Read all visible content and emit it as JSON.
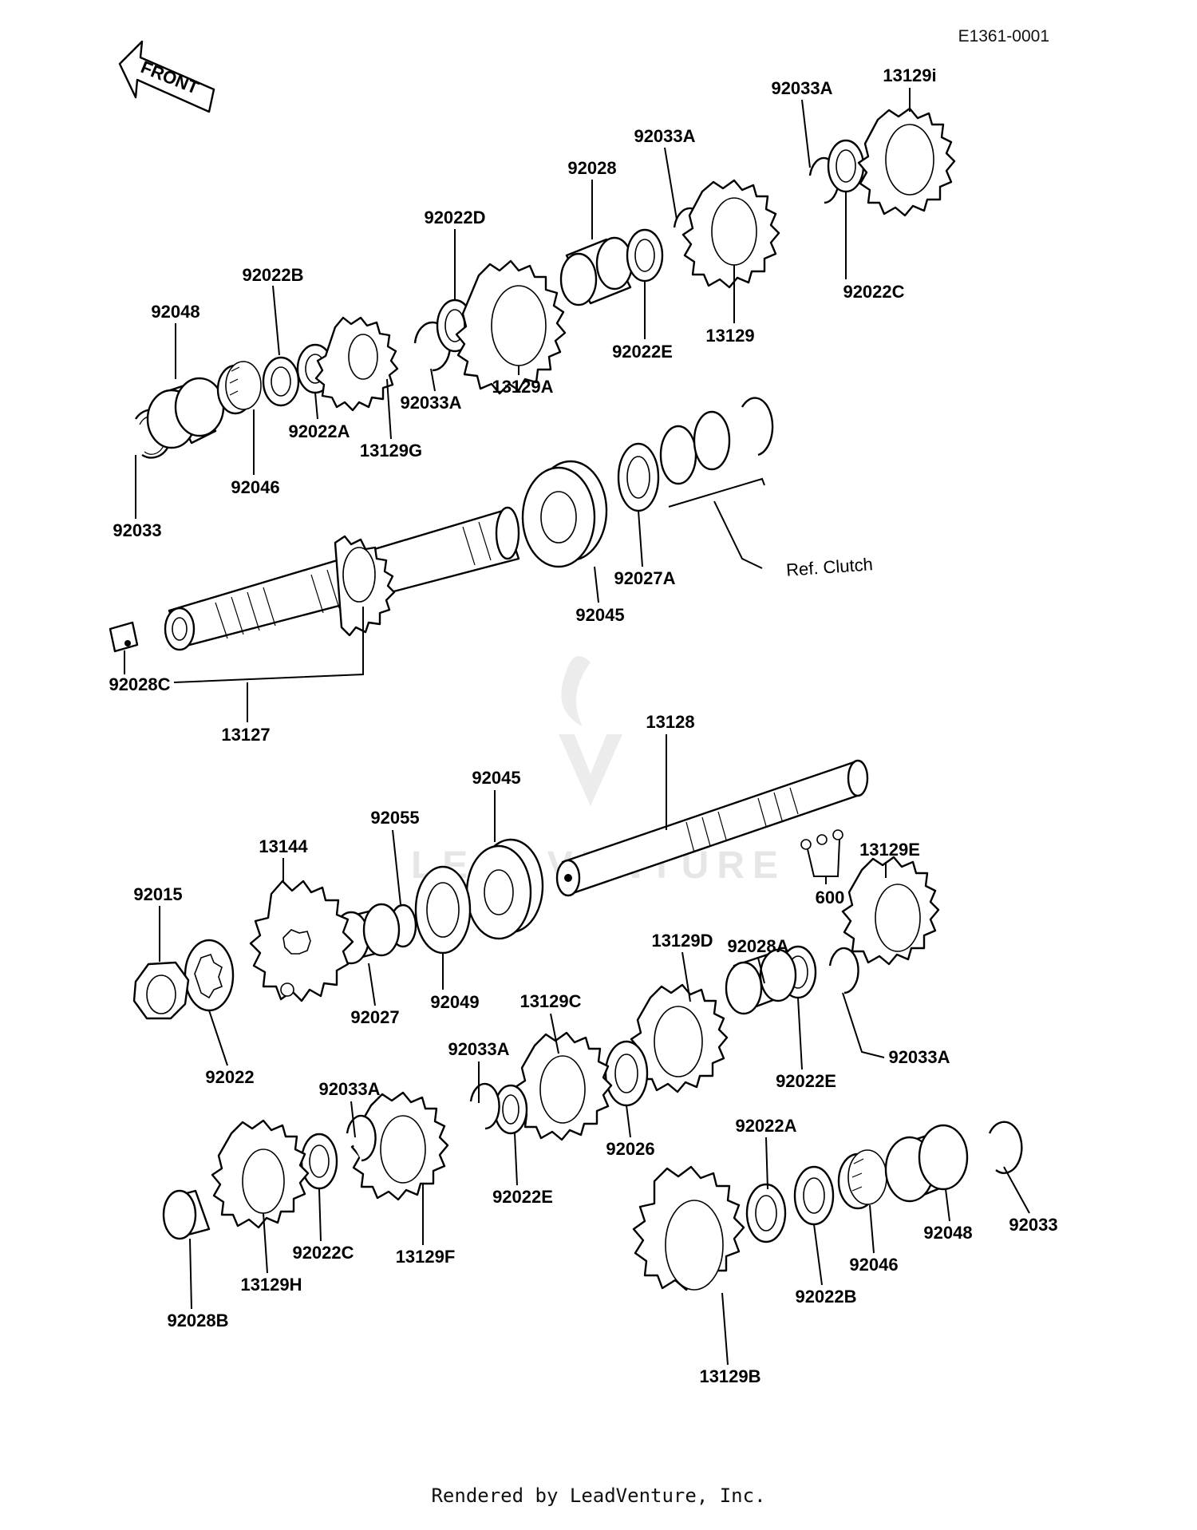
{
  "diagram_code": "E1361-0001",
  "front_label": "FRONT",
  "ref_note": "Ref. Clutch",
  "watermark": "LEADVENTURE",
  "footer": "Rendered by LeadVenture, Inc.",
  "labels": {
    "p13129i": "13129i",
    "p92033A_a": "92033A",
    "p92033A_b": "92033A",
    "p92028": "92028",
    "p92022D": "92022D",
    "p92022B_top": "92022B",
    "p92048_top": "92048",
    "p92022C_top": "92022C",
    "p13129": "13129",
    "p92022E_top": "92022E",
    "p13129A": "13129A",
    "p92033A_c": "92033A",
    "p92022A_top": "92022A",
    "p13129G": "13129G",
    "p92046_top": "92046",
    "p92033_top": "92033",
    "p92027A": "92027A",
    "p92045_top": "92045",
    "p92028C": "92028C",
    "p13127": "13127",
    "p13128": "13128",
    "p92045_mid": "92045",
    "p92055": "92055",
    "p13144": "13144",
    "p92015": "92015",
    "p600": "600",
    "p13129E": "13129E",
    "p13129D": "13129D",
    "p92028A": "92028A",
    "p92049": "92049",
    "p92027": "92027",
    "p92022": "92022",
    "p13129C": "13129C",
    "p92033A_d": "92033A",
    "p92022E_mid": "92022E",
    "p92033A_e": "92033A",
    "p92033A_f": "92033A",
    "p92026": "92026",
    "p92022A_bot": "92022A",
    "p92022C_bot": "92022C",
    "p13129F": "13129F",
    "p92022E_bot": "92022E",
    "p13129H": "13129H",
    "p92028B": "92028B",
    "p92046_bot": "92046",
    "p92048_bot": "92048",
    "p92033_bot": "92033",
    "p92022B_bot": "92022B",
    "p13129B": "13129B"
  }
}
